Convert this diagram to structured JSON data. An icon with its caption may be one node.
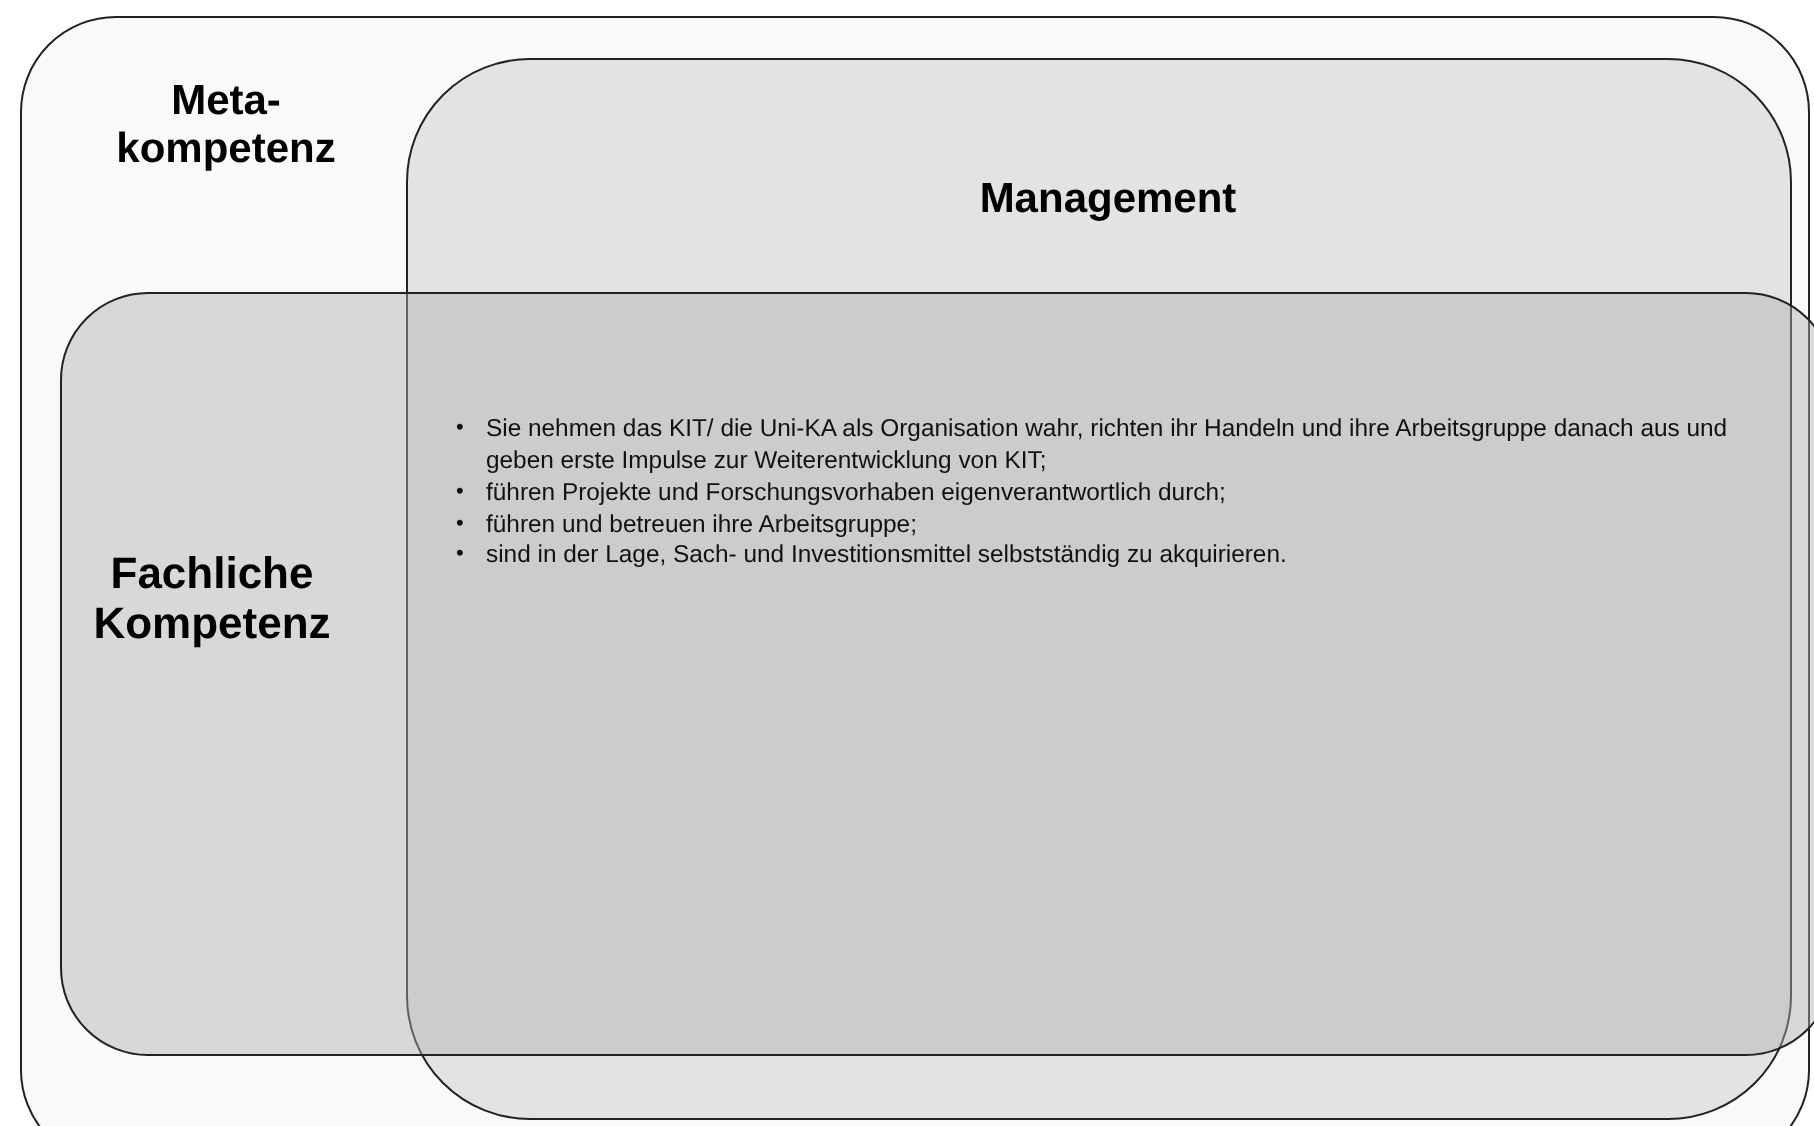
{
  "diagram": {
    "nodes": [
      {
        "text": [
          "Meta- kompetenz"
        ]
      },
      {
        "text": [
          "Management"
        ],
        "in": 0
      },
      {
        "text": [
          "Fachliche Kompetenz"
        ],
        "in": 0
      }
    ],
    "labels": [
      "•",
      "Sie nehmen das KIT/  die Uni-KA als Organisation wahr, richten ihr Handeln und ihre Arbeitsgruppe danach aus und geben erste Impulse zur Weiterentwicklung von KIT;",
      "•",
      "führen Projekte und Forschungsvorhaben eigenverantwortlich durch;",
      "•",
      "führen und betreuen ihre Arbeitsgruppe;",
      "•",
      "sind in der Lage, Sach- und Investitionsmittel selbstständig zu akquirieren."
    ]
  }
}
